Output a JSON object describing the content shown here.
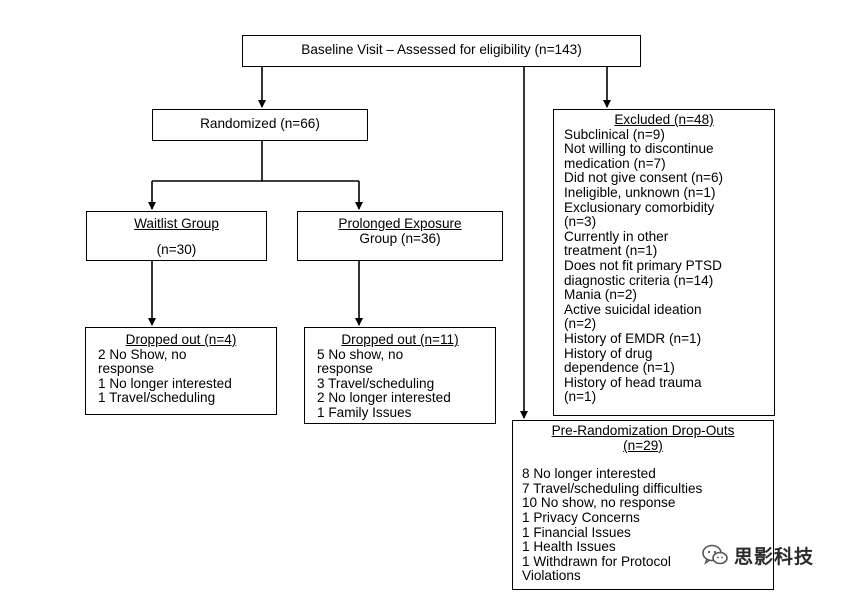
{
  "baseline": {
    "text": "Baseline Visit – Assessed for eligibility (n=143)"
  },
  "randomized": {
    "text": "Randomized (n=66)"
  },
  "waitlist": {
    "title": "Waitlist Group",
    "count": "(n=30)"
  },
  "prolonged_exposure": {
    "title_line1": "Prolonged Exposure",
    "title_line2": "Group (n=36)"
  },
  "waitlist_dropped": {
    "title": "Dropped out (n=4)",
    "items": [
      "2 No Show, no",
      "response",
      "1 No longer interested",
      "1 Travel/scheduling"
    ]
  },
  "pe_dropped": {
    "title": "Dropped out (n=11)",
    "items": [
      "5 No show, no",
      "response",
      "3 Travel/scheduling",
      "2 No longer interested",
      "1 Family Issues"
    ]
  },
  "excluded": {
    "title": "Excluded (n=48)",
    "items": [
      "Subclinical (n=9)",
      "Not willing to discontinue",
      "medication (n=7)",
      "Did not give consent (n=6)",
      "Ineligible, unknown (n=1)",
      "Exclusionary comorbidity",
      "(n=3)",
      "Currently in other",
      "treatment (n=1)",
      "Does not fit primary PTSD",
      "diagnostic criteria (n=14)",
      "Mania (n=2)",
      "Active suicidal ideation",
      "(n=2)",
      "History of EMDR (n=1)",
      "History of drug",
      "dependence (n=1)",
      "History of head trauma",
      "(n=1)"
    ]
  },
  "pre_randomization": {
    "title": "Pre-Randomization Drop-Outs",
    "count": "(n=29)",
    "items": [
      "8 No longer interested",
      "7 Travel/scheduling difficulties",
      "10 No show, no response",
      "1 Privacy Concerns",
      "1 Financial Issues",
      "1 Health Issues",
      "1 Withdrawn for Protocol",
      "Violations"
    ]
  },
  "watermark": {
    "text": "思影科技",
    "icon": "wechat-icon"
  },
  "colors": {
    "line": "#000000",
    "background": "#ffffff"
  }
}
